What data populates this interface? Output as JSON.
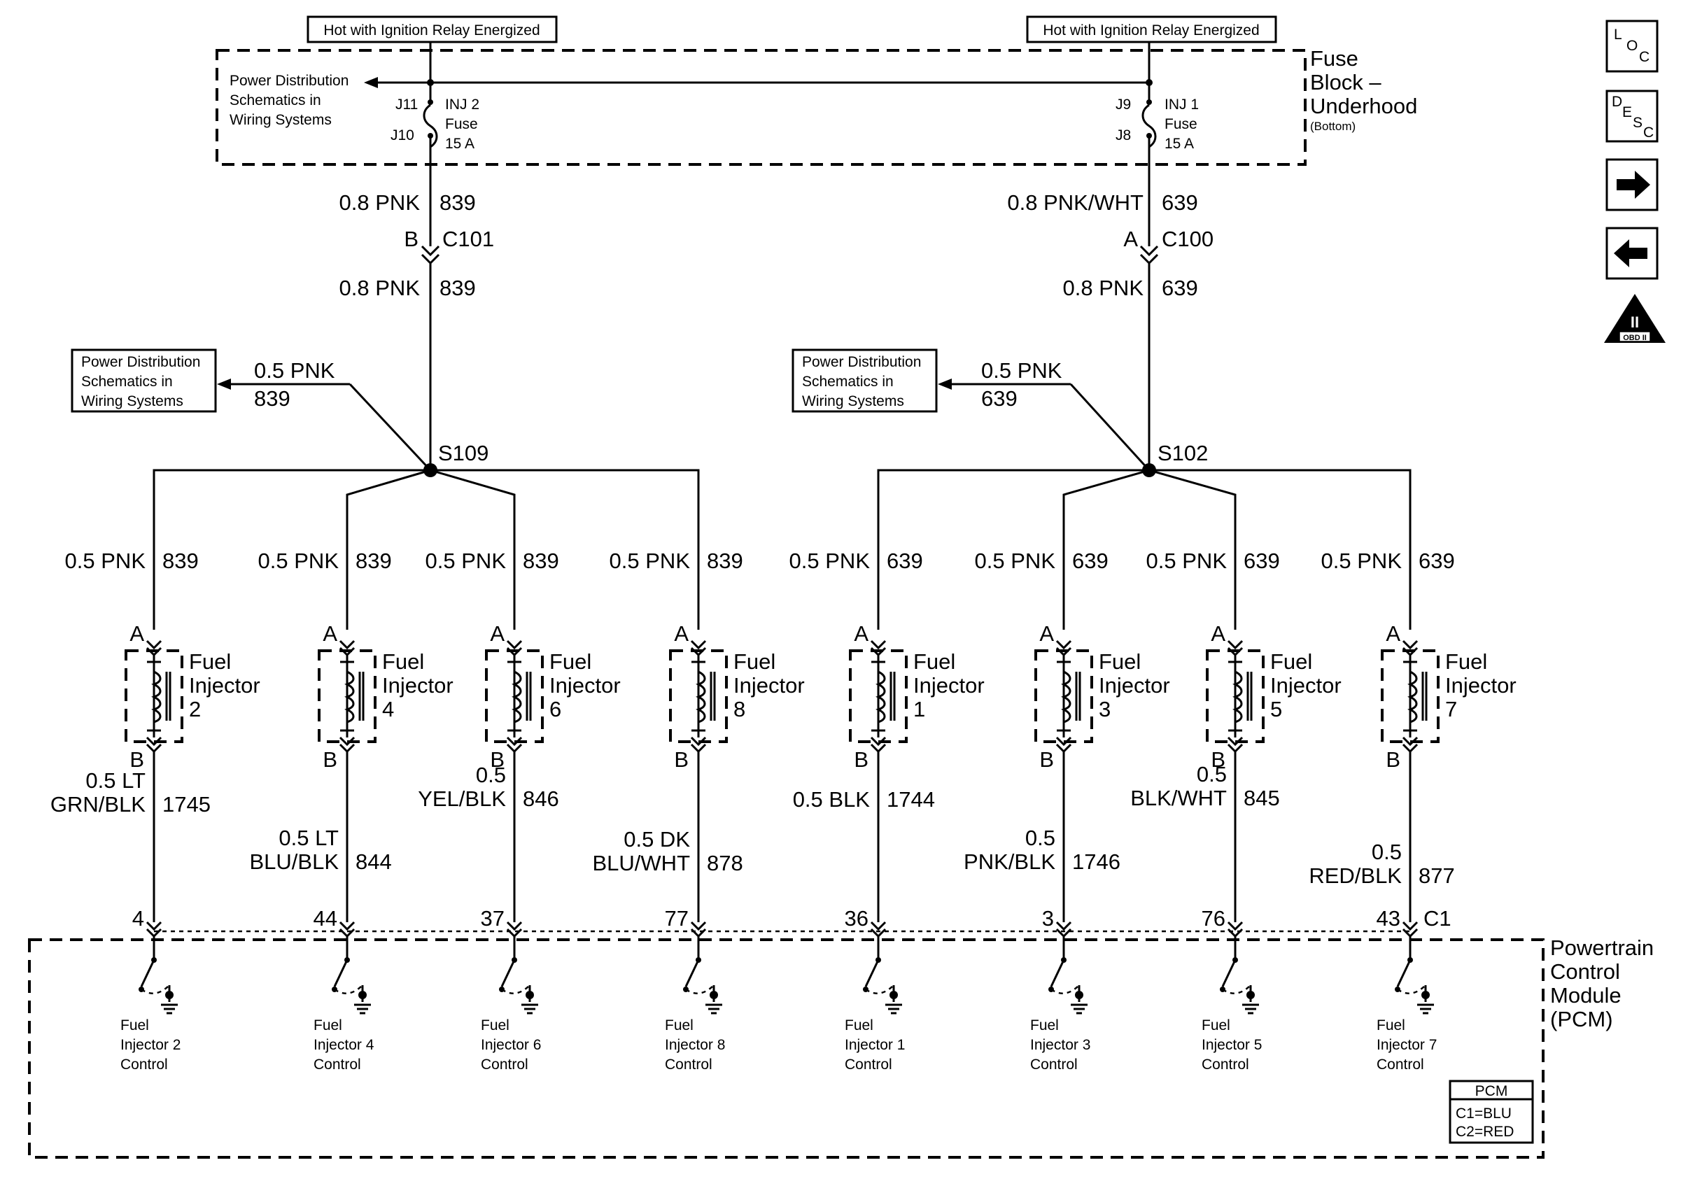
{
  "relay_labels": {
    "left": "Hot with Ignition Relay Energized",
    "right": "Hot with Ignition Relay Energized"
  },
  "fuse_block": {
    "title": [
      "Fuse",
      "Block –",
      "Underhood"
    ],
    "subtitle": "(Bottom)",
    "pd_text": [
      "Power Distribution",
      "Schematics in",
      "Wiring Systems"
    ],
    "fuse_left": {
      "top_pin": "J11",
      "bottom_pin": "J10",
      "name": [
        "INJ 2",
        "Fuse",
        "15 A"
      ]
    },
    "fuse_right": {
      "top_pin": "J9",
      "bottom_pin": "J8",
      "name": [
        "INJ 1",
        "Fuse",
        "15 A"
      ]
    }
  },
  "left_feed": {
    "wire_top": "0.8 PNK",
    "circuit_top": "839",
    "conn_pin": "B",
    "conn": "C101",
    "wire_bottom": "0.8 PNK",
    "circuit_bottom": "839",
    "branch_wire": "0.5 PNK",
    "branch_circuit": "839",
    "splice": "S109",
    "pd_box": [
      "Power Distribution",
      "Schematics in",
      "Wiring Systems"
    ]
  },
  "right_feed": {
    "wire_top": "0.8 PNK/WHT",
    "circuit_top": "639",
    "conn_pin": "A",
    "conn": "C100",
    "wire_bottom": "0.8 PNK",
    "circuit_bottom": "639",
    "branch_wire": "0.5 PNK",
    "branch_circuit": "639",
    "splice": "S102",
    "pd_box": [
      "Power Distribution",
      "Schematics in",
      "Wiring Systems"
    ]
  },
  "injectors": [
    {
      "num": "2",
      "supply_wire": "0.5 PNK",
      "supply_circuit": "839",
      "pin_a": "A",
      "pin_b": "B",
      "name": [
        "Fuel",
        "Injector"
      ],
      "out_wire": [
        "0.5 LT",
        "GRN/BLK"
      ],
      "out_circuit": "1745",
      "pcm_pin": "4",
      "control": [
        "Fuel",
        "Injector  2",
        "Control"
      ]
    },
    {
      "num": "4",
      "supply_wire": "0.5 PNK",
      "supply_circuit": "839",
      "pin_a": "A",
      "pin_b": "B",
      "name": [
        "Fuel",
        "Injector"
      ],
      "out_wire": [
        "0.5 LT",
        "BLU/BLK"
      ],
      "out_circuit": "844",
      "pcm_pin": "44",
      "control": [
        "Fuel",
        "Injector  4",
        "Control"
      ]
    },
    {
      "num": "6",
      "supply_wire": "0.5 PNK",
      "supply_circuit": "839",
      "pin_a": "A",
      "pin_b": "B",
      "name": [
        "Fuel",
        "Injector"
      ],
      "out_wire": [
        "0.5",
        "YEL/BLK"
      ],
      "out_circuit": "846",
      "pcm_pin": "37",
      "control": [
        "Fuel",
        "Injector  6",
        "Control"
      ]
    },
    {
      "num": "8",
      "supply_wire": "0.5 PNK",
      "supply_circuit": "839",
      "pin_a": "A",
      "pin_b": "B",
      "name": [
        "Fuel",
        "Injector"
      ],
      "out_wire": [
        "0.5 DK",
        "BLU/WHT"
      ],
      "out_circuit": "878",
      "pcm_pin": "77",
      "control": [
        "Fuel",
        "Injector  8",
        "Control"
      ]
    },
    {
      "num": "1",
      "supply_wire": "0.5 PNK",
      "supply_circuit": "639",
      "pin_a": "A",
      "pin_b": "B",
      "name": [
        "Fuel",
        "Injector"
      ],
      "out_wire": [
        "",
        "0.5 BLK"
      ],
      "out_circuit": "1744",
      "pcm_pin": "36",
      "control": [
        "Fuel",
        "Injector  1",
        "Control"
      ]
    },
    {
      "num": "3",
      "supply_wire": "0.5 PNK",
      "supply_circuit": "639",
      "pin_a": "A",
      "pin_b": "B",
      "name": [
        "Fuel",
        "Injector"
      ],
      "out_wire": [
        "0.5",
        "PNK/BLK"
      ],
      "out_circuit": "1746",
      "pcm_pin": "3",
      "control": [
        "Fuel",
        "Injector  3",
        "Control"
      ]
    },
    {
      "num": "5",
      "supply_wire": "0.5 PNK",
      "supply_circuit": "639",
      "pin_a": "A",
      "pin_b": "B",
      "name": [
        "Fuel",
        "Injector"
      ],
      "out_wire": [
        "0.5",
        "BLK/WHT"
      ],
      "out_circuit": "845",
      "pcm_pin": "76",
      "control": [
        "Fuel",
        "Injector  5",
        "Control"
      ]
    },
    {
      "num": "7",
      "supply_wire": "0.5 PNK",
      "supply_circuit": "639",
      "pin_a": "A",
      "pin_b": "B",
      "name": [
        "Fuel",
        "Injector"
      ],
      "out_wire": [
        "0.5",
        "RED/BLK"
      ],
      "out_circuit": "877",
      "pcm_pin": "43",
      "control": [
        "Fuel",
        "Injector  7",
        "Control"
      ]
    }
  ],
  "pcm": {
    "connector": "C1",
    "title": [
      "Powertrain",
      "Control",
      "Module",
      "(PCM)"
    ],
    "legend": {
      "title": "PCM",
      "c1": "C1=BLU",
      "c2": "C2=RED"
    }
  },
  "nav": {
    "loc": [
      "L",
      "O",
      "C"
    ],
    "desc": [
      "D",
      "E",
      "S",
      "C"
    ],
    "obd": {
      "numeral": "II",
      "label": "OBD II"
    }
  }
}
